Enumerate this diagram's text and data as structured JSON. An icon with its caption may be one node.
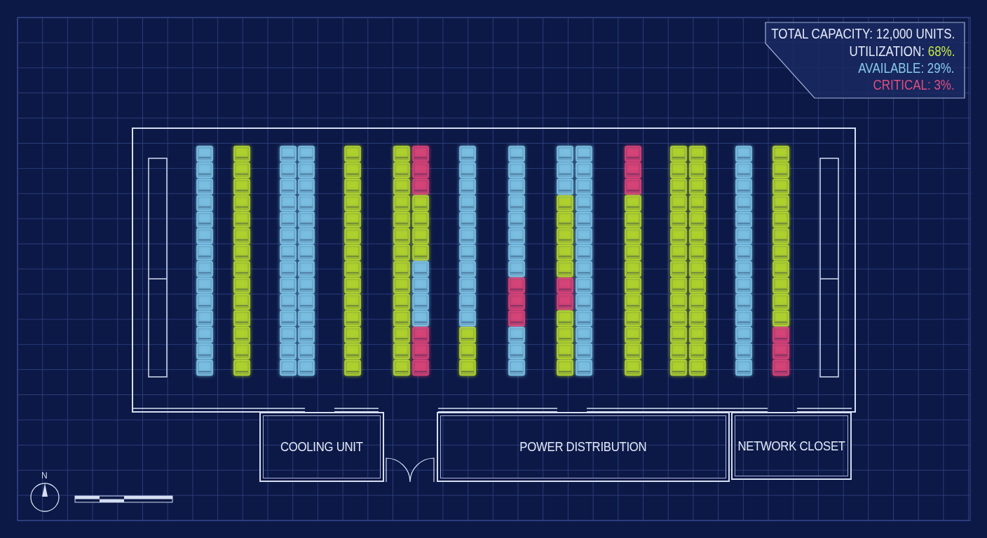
{
  "diagram": {
    "nodes": [
      {
        "text": [
          "COOLING UNIT"
        ]
      },
      {
        "text": [
          "POWER DISTRIBUTION"
        ]
      },
      {
        "text": [
          "NETWORK CLOSET"
        ]
      }
    ],
    "labels": [
      "TOTAL CAPACITY: 12,000 UNITS.",
      "UTILIZATION: 68%.",
      "AVAILABLE: 29%.",
      "CRITICAL: 3%.",
      "N"
    ]
  }
}
